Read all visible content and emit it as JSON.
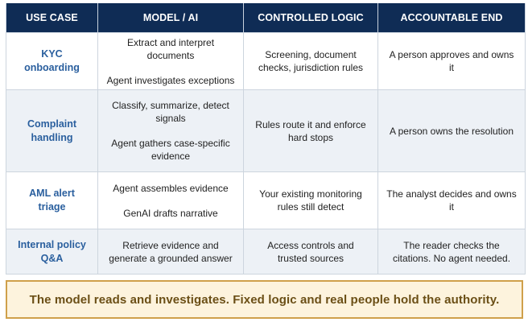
{
  "table": {
    "headers": [
      "USE CASE",
      "MODEL / AI",
      "CONTROLLED LOGIC",
      "ACCOUNTABLE END"
    ],
    "rows": [
      {
        "use_case": "KYC onboarding",
        "model_ai": [
          "Extract and interpret documents",
          "Agent investigates exceptions"
        ],
        "controlled_logic": "Screening, document checks, jurisdiction rules",
        "accountable_end": "A person approves and owns it"
      },
      {
        "use_case": "Complaint handling",
        "model_ai": [
          "Classify, summarize, detect signals",
          "Agent gathers case-specific evidence"
        ],
        "controlled_logic": "Rules route it and enforce hard stops",
        "accountable_end": "A person owns the resolution"
      },
      {
        "use_case": "AML alert triage",
        "model_ai": [
          "Agent assembles evidence",
          "GenAI drafts narrative"
        ],
        "controlled_logic": "Your existing monitoring rules still detect",
        "accountable_end": "The analyst decides and owns it"
      },
      {
        "use_case": "Internal policy Q&A",
        "model_ai": [
          "Retrieve evidence and generate a grounded answer"
        ],
        "controlled_logic": "Access controls and trusted sources",
        "accountable_end": "The reader checks the citations. No agent needed."
      }
    ]
  },
  "banner": {
    "text": "The model reads and investigates. Fixed logic and real people hold the authority."
  },
  "colors": {
    "header_bg": "#0f2c55",
    "use_case_text": "#2a5f9e",
    "shaded_row": "#edf1f6",
    "banner_bg": "#fdf3dd",
    "banner_border": "#cfa04a",
    "banner_text": "#6b4f16"
  }
}
